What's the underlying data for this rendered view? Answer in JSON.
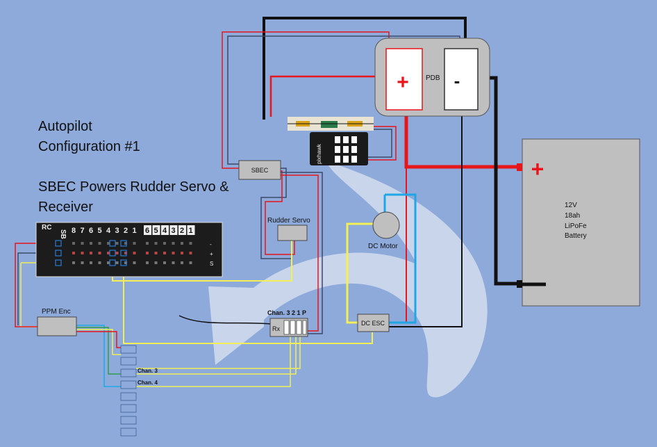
{
  "title": {
    "line1": "Autopilot",
    "line2": "Configuration #1",
    "line3": "SBEC Powers Rudder Servo &",
    "line4": "Receiver"
  },
  "components": {
    "pdb": {
      "label": "PDB",
      "plus": "+",
      "minus": "-"
    },
    "sbec": {
      "label": "SBEC"
    },
    "rudder_servo": {
      "label": "Rudder Servo"
    },
    "dc_motor": {
      "label": "DC Motor"
    },
    "dc_esc": {
      "label": "DC ESC"
    },
    "ppm_enc": {
      "label": "PPM Enc"
    },
    "rx": {
      "label": "Rx",
      "channels_label": "Chan. 3 2 1 P"
    },
    "battery": {
      "line1": "12V",
      "line2": "18ah",
      "line3": "LiPoFe",
      "line4": "Battery",
      "plus": "+"
    },
    "autopilot": {
      "brand": "pixhawk"
    },
    "ppm_channels": {
      "chan3": "Chan. 3",
      "chan4": "Chan. 4"
    }
  },
  "rail": {
    "rc_label": "RC",
    "sb_label": "SB",
    "rc_numbers": [
      "8",
      "7",
      "6",
      "5",
      "4",
      "3",
      "2",
      "1"
    ],
    "sb_numbers": [
      "6",
      "5",
      "4",
      "3",
      "2",
      "1"
    ],
    "rows": [
      "-",
      "+",
      "S"
    ]
  },
  "colors": {
    "background": "#8eaadb",
    "positive_wire": "#e8151b",
    "ground_wire": "#111111",
    "signal_wire": "#f3ef54",
    "motor_wire": "#1ea7e4",
    "component_fill": "#bfbfbf"
  }
}
